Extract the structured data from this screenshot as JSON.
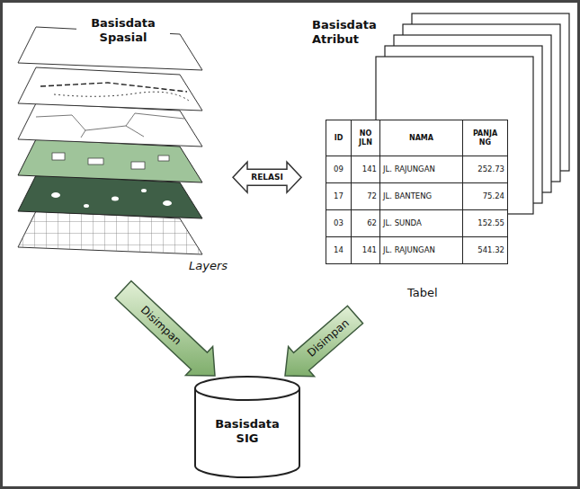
{
  "diagram": {
    "nodes": [
      {
        "text": [
          "Basisdata Spasial",
          "Layers"
        ]
      },
      {
        "text": [
          "Basisdata Atribut",
          "Tabel"
        ]
      },
      {
        "text": [
          "Basisdata SIG"
        ]
      }
    ],
    "edges": [
      {
        "from": 0,
        "to": 1,
        "arrow": "both",
        "label": "RELASI"
      },
      {
        "from": 0,
        "to": 2,
        "arrow": "to",
        "label": "Disimpan"
      },
      {
        "from": 1,
        "to": 2,
        "arrow": "to",
        "label": "Disimpan"
      }
    ],
    "labels": [
      "ID",
      "NO JLN",
      "NAMA",
      "PANJA NG",
      "09",
      "141",
      "JL. RAJUNGAN",
      "252.73",
      "17",
      "72",
      "JL. BANTENG",
      "75.24",
      "03",
      "62",
      "JL. SUNDA",
      "152.55",
      "14",
      "141",
      "JL. RAJUNGAN",
      "541.32"
    ]
  }
}
